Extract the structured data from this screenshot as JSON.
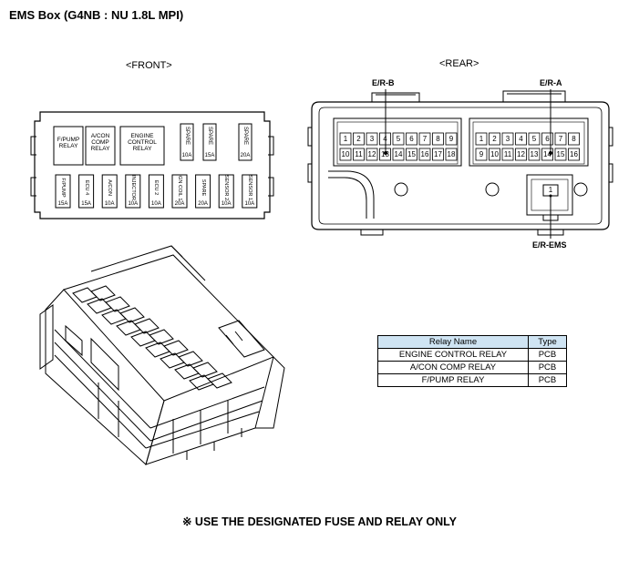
{
  "title": "EMS Box (G4NB : NU 1.8L MPI)",
  "front": {
    "label": "<FRONT>",
    "relays": [
      {
        "lines": [
          "F/PUMP",
          "RELAY"
        ]
      },
      {
        "lines": [
          "A/CON",
          "COMP",
          "RELAY"
        ]
      },
      {
        "lines": [
          "ENGINE",
          "CONTROL",
          "RELAY"
        ]
      }
    ],
    "top_fuses": [
      {
        "name": "SPARE",
        "rating": "10A"
      },
      {
        "name": "SPARE",
        "rating": "15A"
      },
      {
        "name": "SPARE",
        "rating": "20A"
      }
    ],
    "bottom_fuses": [
      {
        "name": "F/PUMP",
        "rating": "15A"
      },
      {
        "name": "ECU 4",
        "rating": "15A"
      },
      {
        "name": "A/CON",
        "rating": "10A"
      },
      {
        "name": "INJECTOR",
        "rating": "10A"
      },
      {
        "name": "ECU 2",
        "rating": "10A"
      },
      {
        "name": "IGN COIL 1",
        "rating": "20A"
      },
      {
        "name": "SPARE",
        "rating": "20A"
      },
      {
        "name": "SENSOR 2",
        "rating": "10A"
      },
      {
        "name": "SENSOR 1",
        "rating": "10A"
      }
    ]
  },
  "rear": {
    "label": "<REAR>",
    "connector_b": {
      "name": "E/R-B",
      "row1": [
        "1",
        "2",
        "3",
        "4",
        "5",
        "6",
        "7",
        "8",
        "9"
      ],
      "row2": [
        "10",
        "11",
        "12",
        "13",
        "14",
        "15",
        "16",
        "17",
        "18"
      ]
    },
    "connector_a": {
      "name": "E/R-A",
      "row1": [
        "1",
        "2",
        "3",
        "4",
        "5",
        "6",
        "7",
        "8"
      ],
      "row2": [
        "9",
        "10",
        "11",
        "12",
        "13",
        "14",
        "15",
        "16"
      ]
    },
    "connector_ems": {
      "name": "E/R-EMS",
      "pin": "1"
    }
  },
  "relay_table": {
    "headers": [
      "Relay Name",
      "Type"
    ],
    "rows": [
      [
        "ENGINE CONTROL RELAY",
        "PCB"
      ],
      [
        "A/CON COMP RELAY",
        "PCB"
      ],
      [
        "F/PUMP RELAY",
        "PCB"
      ]
    ],
    "header_color": "#cfe4f3"
  },
  "note": "※ USE THE DESIGNATED FUSE AND RELAY ONLY"
}
